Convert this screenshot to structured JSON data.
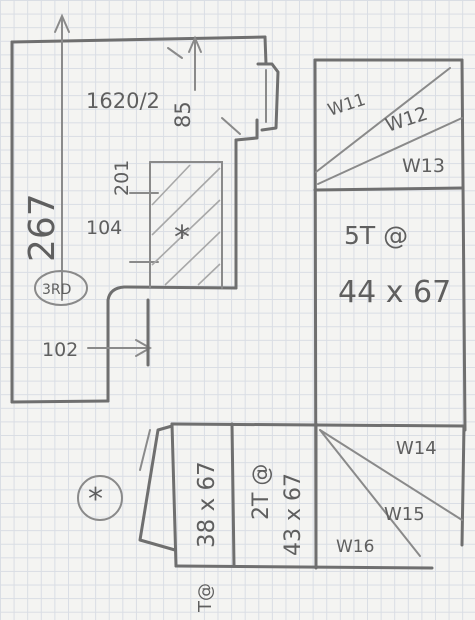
{
  "labels": {
    "width_upper": "1620/2",
    "small_dim": "85",
    "length_left": "267",
    "dim_201": "201",
    "dim_104": "104",
    "level": "3RD",
    "dim_102": "102",
    "star": "*",
    "w11": "W11",
    "w12": "W12",
    "w13": "W13",
    "joist_main": "5T @",
    "joist_main_size": "44 x 67",
    "w14": "W14",
    "w15": "W15",
    "w16": "W16",
    "lower_col1": "38 x 67",
    "lower_col2_a": "2T @",
    "lower_col2_b": "43 x 67",
    "edge_cut": "T@"
  }
}
